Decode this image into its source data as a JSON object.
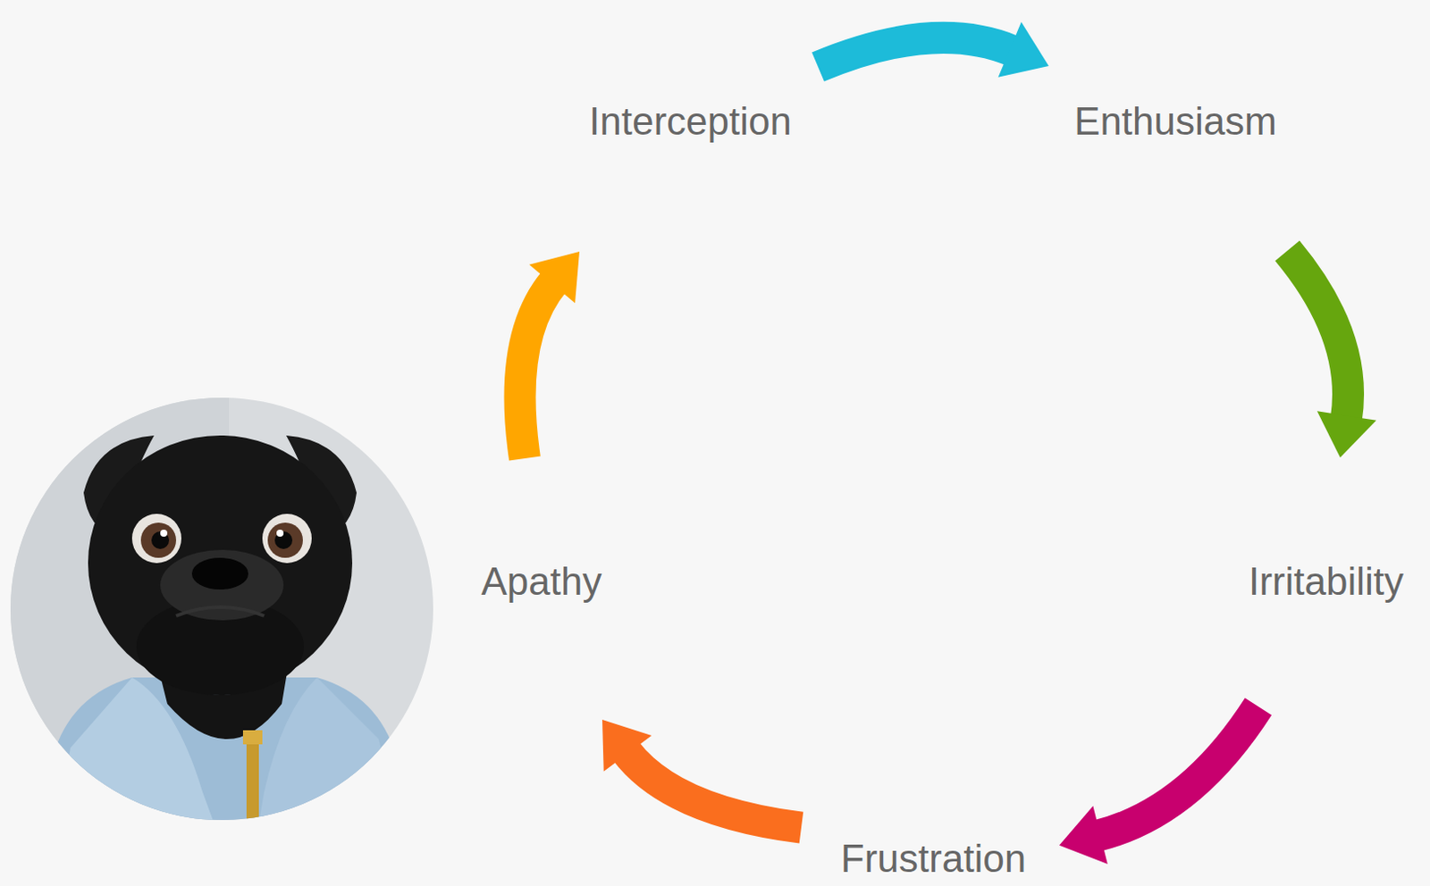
{
  "diagram": {
    "nodes": [
      {
        "text": [
          "Interception"
        ]
      },
      {
        "text": [
          "Enthusiasm"
        ]
      },
      {
        "text": [
          "Irritability"
        ]
      },
      {
        "text": [
          "Frustration"
        ]
      },
      {
        "text": [
          "Apathy"
        ]
      }
    ],
    "edges": [
      {
        "from": 0,
        "to": 1,
        "arrow": "to"
      },
      {
        "from": 1,
        "to": 2,
        "arrow": "to"
      },
      {
        "from": 2,
        "to": 3,
        "arrow": "to"
      },
      {
        "from": 3,
        "to": 4,
        "arrow": "to"
      },
      {
        "from": 4,
        "to": 0,
        "arrow": "to"
      }
    ]
  }
}
